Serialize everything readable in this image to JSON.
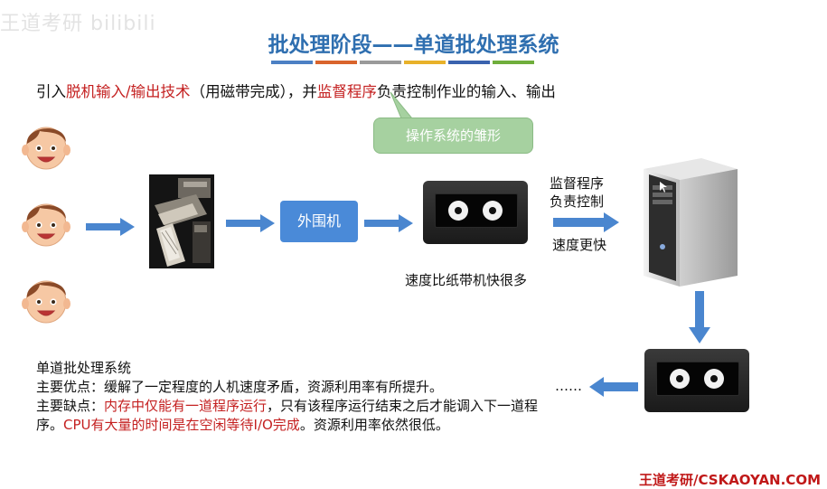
{
  "watermark": "王道考研 bilibili",
  "title": "批处理阶段——单道批处理系统",
  "title_underline_colors": [
    "#4c80c4",
    "#d9642c",
    "#9a9a9a",
    "#e8b12a",
    "#3a62ae",
    "#6fae3c"
  ],
  "intro": {
    "p1": "引入",
    "r1": "脱机输入/输出技术",
    "p2": "（用磁带完成），并",
    "r2": "监督程序",
    "p3": "负责控制作业的输入、输出"
  },
  "bubble_label": "操作系统的雏形",
  "peripheral_label": "外围机",
  "tape1_caption": "速度比纸带机快很多",
  "monitor_label": [
    "监督程序",
    "负责控制"
  ],
  "speed_label": "速度更快",
  "dots": "……",
  "description": {
    "heading": "单道批处理系统",
    "adv_label": "主要优点：",
    "adv_text": "缓解了一定程度的人机速度矛盾，资源利用率有所提升。",
    "dis_label": "主要缺点：",
    "dis_red1": "内存中仅能有一道程序运行",
    "dis_text1": "，只有该程序运行结束之后才能调入下一道程序。",
    "dis_red2": "CPU有大量的时间是在空闲等待I/O完成",
    "dis_text2": "。资源利用率依然很低。"
  },
  "footer": "王道考研/CSKAOYAN.COM",
  "colors": {
    "title": "#2f6fb0",
    "highlight": "#c42020",
    "arrow": "#4a86cf",
    "bubble": "#a6d1a0",
    "peripheral": "#4a8ad8"
  },
  "icons": [
    "user-face-icon",
    "paper-tape-machine-photo",
    "magnetic-tape-icon",
    "computer-tower-icon",
    "arrow-right-icon",
    "arrow-down-icon",
    "arrow-left-icon"
  ]
}
